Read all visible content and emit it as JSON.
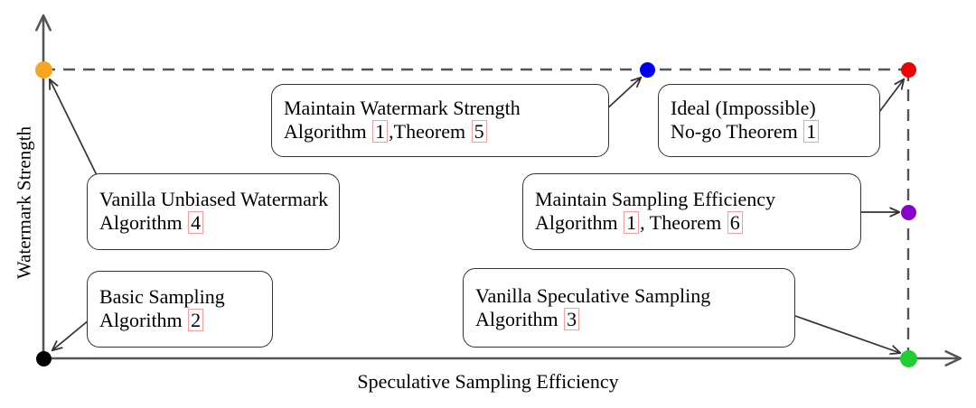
{
  "chart_data": {
    "type": "scatter",
    "title": "",
    "xlabel": "Speculative Sampling Efficiency",
    "ylabel": "Watermark Strength",
    "xlim": [
      0,
      1
    ],
    "ylim": [
      0,
      1
    ],
    "grid": false,
    "legend": "none",
    "points": [
      {
        "name": "basic-sampling",
        "color": "#000000",
        "x": 0.0,
        "y": 0.0,
        "label": "Basic Sampling"
      },
      {
        "name": "vanilla-unbiased-watermark",
        "color": "#f5a623",
        "x": 0.0,
        "y": 1.0,
        "label": "Vanilla Unbiased Watermark"
      },
      {
        "name": "maintain-watermark-strength",
        "color": "#0000ee",
        "x": 0.7,
        "y": 1.0,
        "label": "Maintain Watermark Strength"
      },
      {
        "name": "ideal-impossible",
        "color": "#ee0000",
        "x": 1.0,
        "y": 1.0,
        "label": "Ideal (Impossible)"
      },
      {
        "name": "maintain-sampling-efficiency",
        "color": "#8800cc",
        "x": 1.0,
        "y": 0.5,
        "label": "Maintain Sampling Efficiency"
      },
      {
        "name": "vanilla-speculative-sampling",
        "color": "#22cc33",
        "x": 1.0,
        "y": 0.0,
        "label": "Vanilla Speculative Sampling"
      }
    ],
    "guides": [
      {
        "name": "top-dashed-guide",
        "orientation": "horizontal",
        "y": 1.0,
        "from_x": 0.0,
        "to_x": 1.0
      },
      {
        "name": "right-dashed-guide",
        "orientation": "vertical",
        "x": 1.0,
        "from_y": 0.0,
        "to_y": 1.0
      }
    ]
  },
  "axes": {
    "x_label": "Speculative Sampling Efficiency",
    "y_label": "Watermark Strength"
  },
  "nodes": [
    {
      "id": "maintain-watermark-strength",
      "line1": "Maintain Watermark Strength",
      "line2_pre": "Algorithm ",
      "line2_ref1": "1",
      "line2_mid": ",Theorem ",
      "line2_ref2": "5",
      "line2_post": "",
      "target_point": "maintain-watermark-strength"
    },
    {
      "id": "ideal-impossible",
      "line1": "Ideal (Impossible)",
      "line2_pre": "No-go Theorem ",
      "line2_ref1": "1",
      "line2_mid": "",
      "line2_ref2": "",
      "line2_post": "",
      "target_point": "ideal-impossible"
    },
    {
      "id": "vanilla-unbiased-watermark",
      "line1": "Vanilla Unbiased Watermark",
      "line2_pre": "Algorithm ",
      "line2_ref1": "4",
      "line2_mid": "",
      "line2_ref2": "",
      "line2_post": "",
      "target_point": "vanilla-unbiased-watermark"
    },
    {
      "id": "maintain-sampling-efficiency",
      "line1": "Maintain Sampling Efficiency",
      "line2_pre": "Algorithm ",
      "line2_ref1": "1",
      "line2_mid": ", Theorem ",
      "line2_ref2": "6",
      "line2_post": "",
      "target_point": "maintain-sampling-efficiency"
    },
    {
      "id": "basic-sampling",
      "line1": "Basic Sampling",
      "line2_pre": "Algorithm ",
      "line2_ref1": "2",
      "line2_mid": "",
      "line2_ref2": "",
      "line2_post": "",
      "target_point": "basic-sampling"
    },
    {
      "id": "vanilla-speculative-sampling",
      "line1": "Vanilla Speculative Sampling",
      "line2_pre": "Algorithm ",
      "line2_ref1": "3",
      "line2_mid": "",
      "line2_ref2": "",
      "line2_post": "",
      "target_point": "vanilla-speculative-sampling"
    }
  ],
  "colors": {
    "axis": "#555555",
    "guide": "#555555",
    "connector": "#333333",
    "box_border": "#333333",
    "ref_border": "#f4a0a0",
    "dot_black": "#000000",
    "dot_orange": "#f5a623",
    "dot_blue": "#0000ee",
    "dot_red": "#ee0000",
    "dot_purple": "#8800cc",
    "dot_green": "#22cc33"
  }
}
